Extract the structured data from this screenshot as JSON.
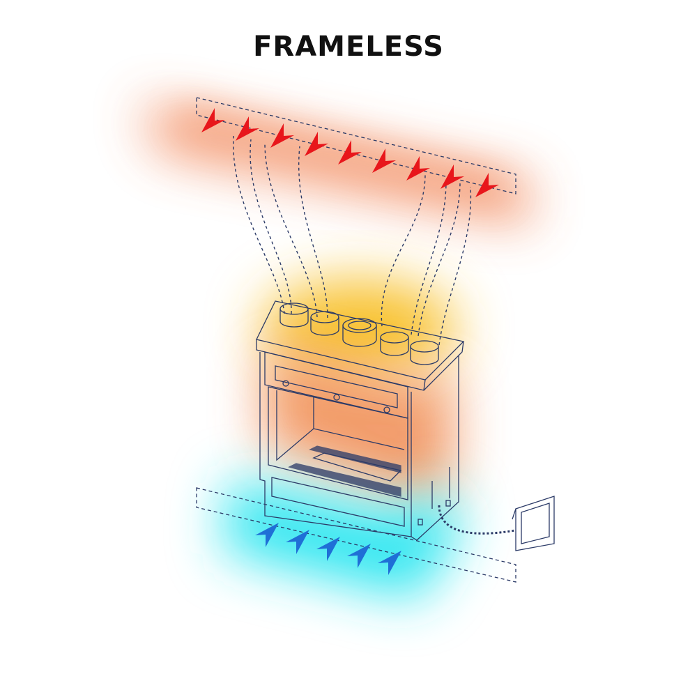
{
  "title": "FRAMELESS",
  "colors": {
    "warm_arrow": "#e8161b",
    "cool_arrow": "#1f6fd6",
    "line": "#2b3a67",
    "warm_glow": "#f06a3a",
    "hot_glow": "#f8c230",
    "cool_glow": "#2ee6f0"
  },
  "icons": [
    "warm-air-outlet-arrow",
    "cool-air-inlet-arrow",
    "fireplace-unit",
    "external-air-intake-vent"
  ]
}
